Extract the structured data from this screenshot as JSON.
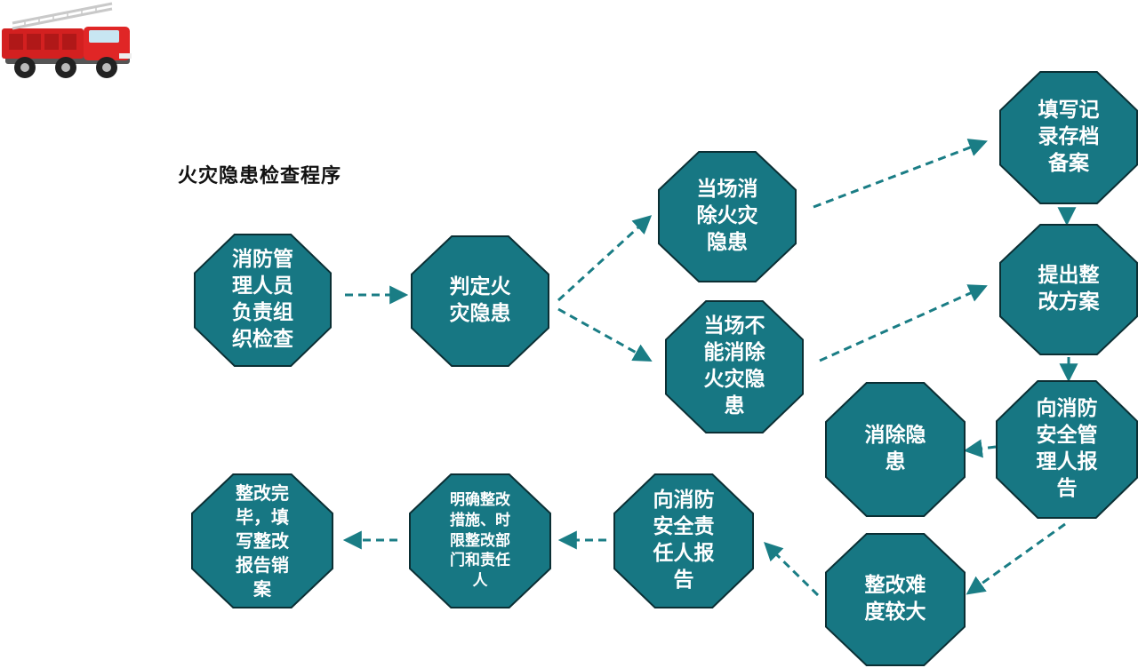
{
  "title": "火灾隐患检查程序",
  "colors": {
    "node_fill": "#177783",
    "node_border": "#0b2f34",
    "arrow": "#1a7d85"
  },
  "icons": [
    "fire-truck-icon"
  ],
  "nodes": {
    "organize": "消防管\n理人员\n负责组\n织检查",
    "determine": "判定火\n灾隐患",
    "eliminate_onsite": "当场消\n除火灾\n隐患",
    "cannot_eliminate": "当场不\n能消除\n火灾隐\n患",
    "record_archive": "填写记\n录存档\n备案",
    "propose_plan": "提出整\n改方案",
    "report_manager": "向消防\n安全管\n理人报\n告",
    "eliminate_hazard": "消除隐\n患",
    "difficult": "整改难\n度较大",
    "report_responsible": "向消防\n安全责\n任人报\n告",
    "clarify_measures": "明确整改\n措施、时\n限整改部\n门和责任\n人",
    "complete": "整改完\n毕，填\n写整改\n报告销\n案"
  }
}
